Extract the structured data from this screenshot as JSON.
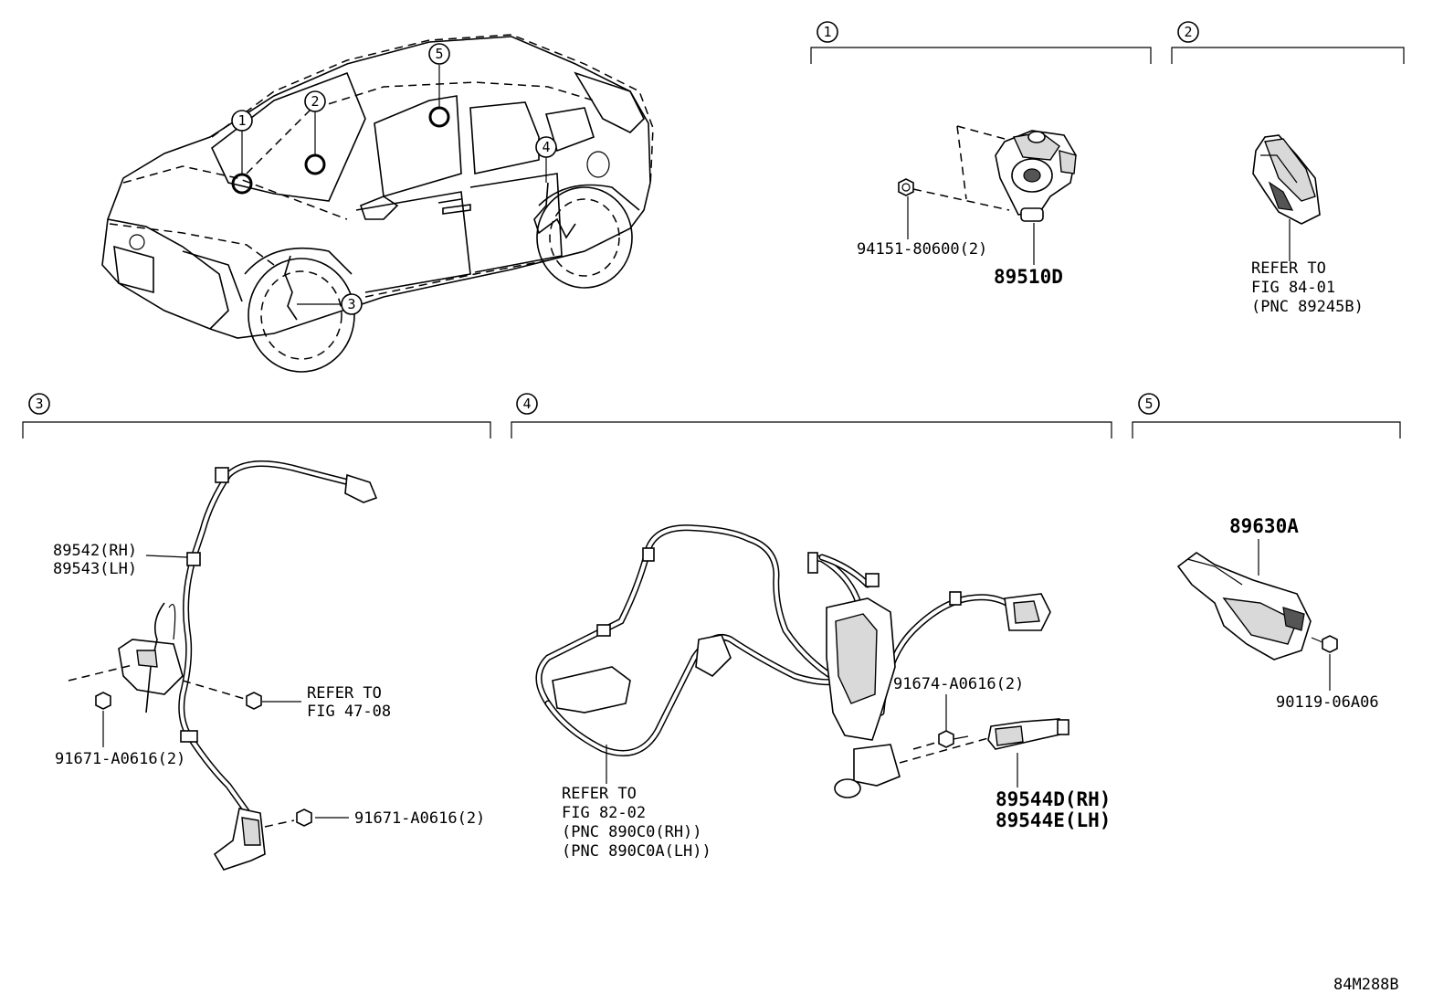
{
  "sections": [
    {
      "num": "1"
    },
    {
      "num": "2"
    },
    {
      "num": "3"
    },
    {
      "num": "4"
    },
    {
      "num": "5"
    }
  ],
  "car_callouts": [
    "1",
    "2",
    "3",
    "4",
    "5"
  ],
  "section1": {
    "bolt_part": "94151-80600(2)",
    "sensor_part": "89510D"
  },
  "section2": {
    "refer_line1": "REFER TO",
    "refer_line2": "FIG 84-01",
    "refer_line3": "(PNC 89245B)"
  },
  "section3": {
    "sensor_rh": "89542(RH)",
    "sensor_lh": "89543(LH)",
    "refer_line1": "REFER TO",
    "refer_line2": "FIG 47-08",
    "bolt_left": "91671-A0616(2)",
    "bolt_right": "91671-A0616(2)"
  },
  "section4": {
    "refer_line1": "REFER TO",
    "refer_line2": "FIG 82-02",
    "refer_line3": "(PNC 890C0(RH))",
    "refer_line4": "(PNC 890C0A(LH))",
    "bolt_part": "91674-A0616(2)",
    "sensor_rh": "89544D(RH)",
    "sensor_lh": "89544E(LH)"
  },
  "section5": {
    "sensor_part": "89630A",
    "bolt_part": "90119-06A06"
  },
  "figure_code": "84M288B"
}
